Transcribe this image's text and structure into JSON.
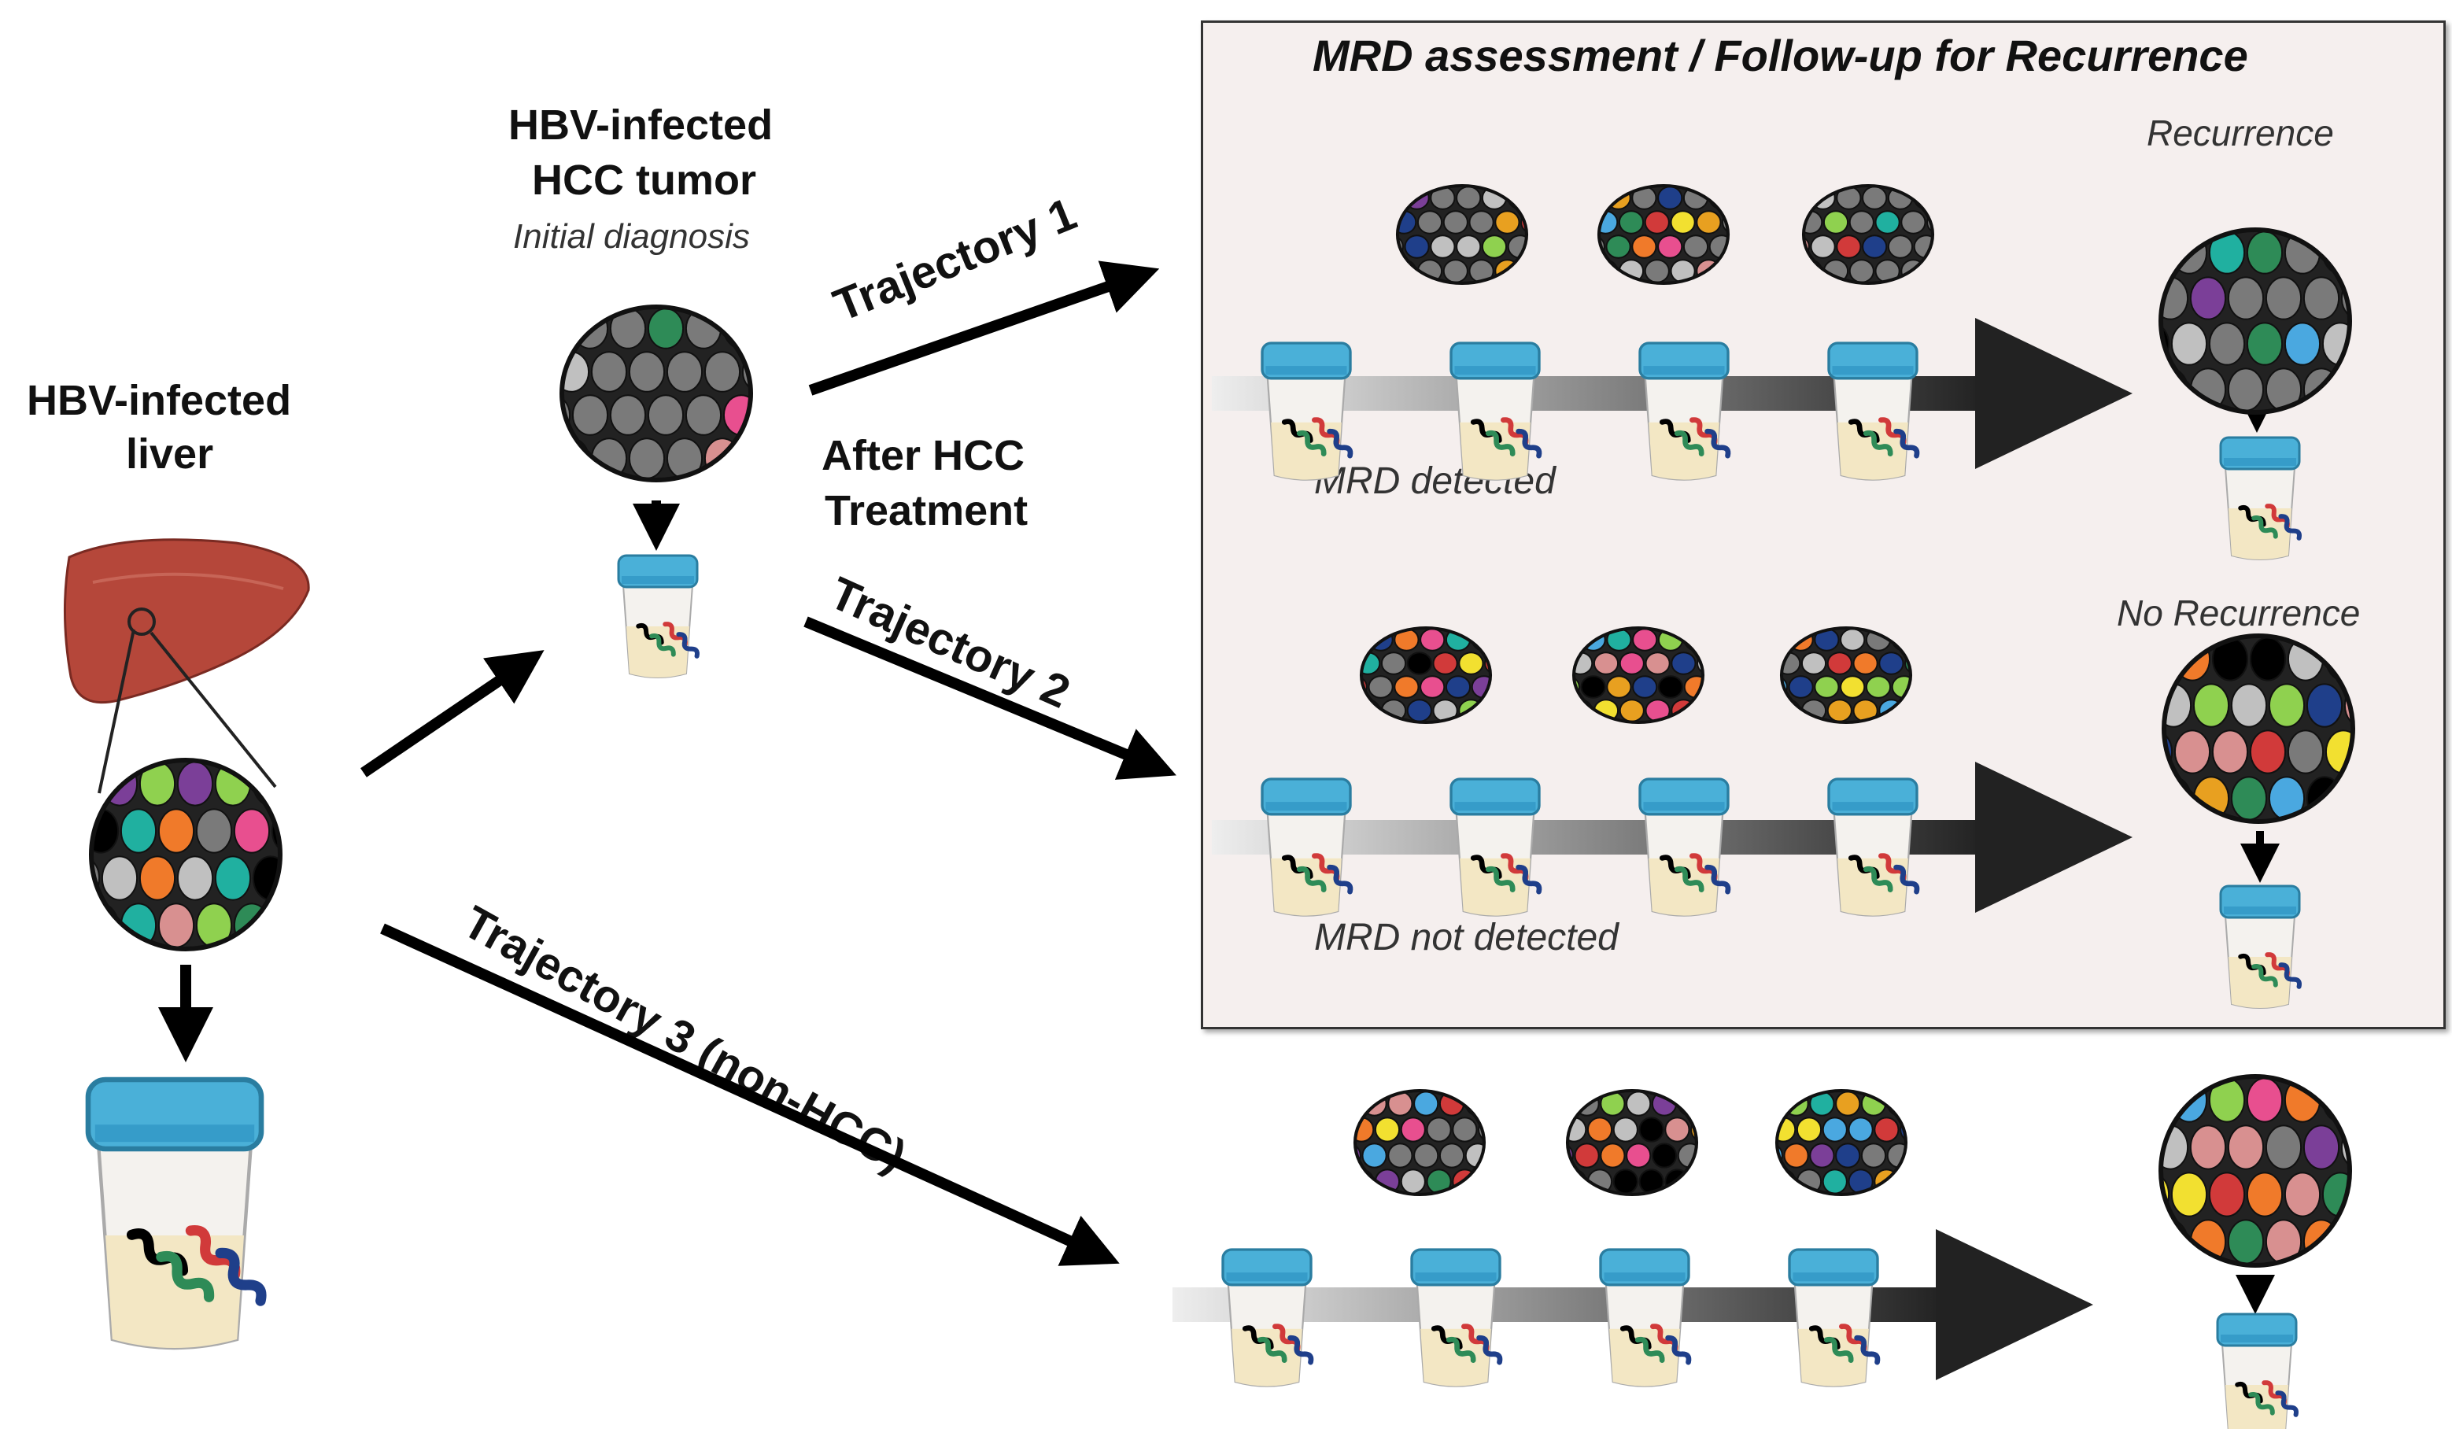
{
  "title_liver": {
    "line1": "HBV-infected",
    "line2": "liver"
  },
  "title_tumor": {
    "line1": "HBV-infected",
    "line2": "HCC tumor",
    "sub": "Initial diagnosis"
  },
  "after_treatment": {
    "line1": "After HCC",
    "line2": "Treatment"
  },
  "trajectories": {
    "t1": "Trajectory 1",
    "t2": "Trajectory 2",
    "t3": "Trajectory 3 (non-HCC)"
  },
  "box_title": "MRD assessment / Follow-up for Recurrence",
  "outcomes": {
    "recurrence": "Recurrence",
    "no_recurrence": "No Recurrence",
    "mrd_detected": "MRD detected",
    "mrd_not_detected": "MRD not detected"
  },
  "colors": {
    "arrow": "#000000",
    "box_bg": "#f5efee",
    "cup_lid": "#4ab0d8",
    "liver": "#b5473a",
    "cell_gray": "#7a7a7a",
    "palette": [
      "#2e8b57",
      "#1f3f8a",
      "#d13a3a",
      "#e8a020",
      "#7b3f98",
      "#20b0a0",
      "#e84f8f",
      "#f2e030",
      "#4aa8e0",
      "#f07a2a",
      "#8fd14f",
      "#000000",
      "#c0c0c0",
      "#d89090"
    ]
  },
  "icons": [
    "liver-icon",
    "cell-circle-icon",
    "urine-cup-icon",
    "arrow-icon",
    "timeline-arrow-icon"
  ]
}
